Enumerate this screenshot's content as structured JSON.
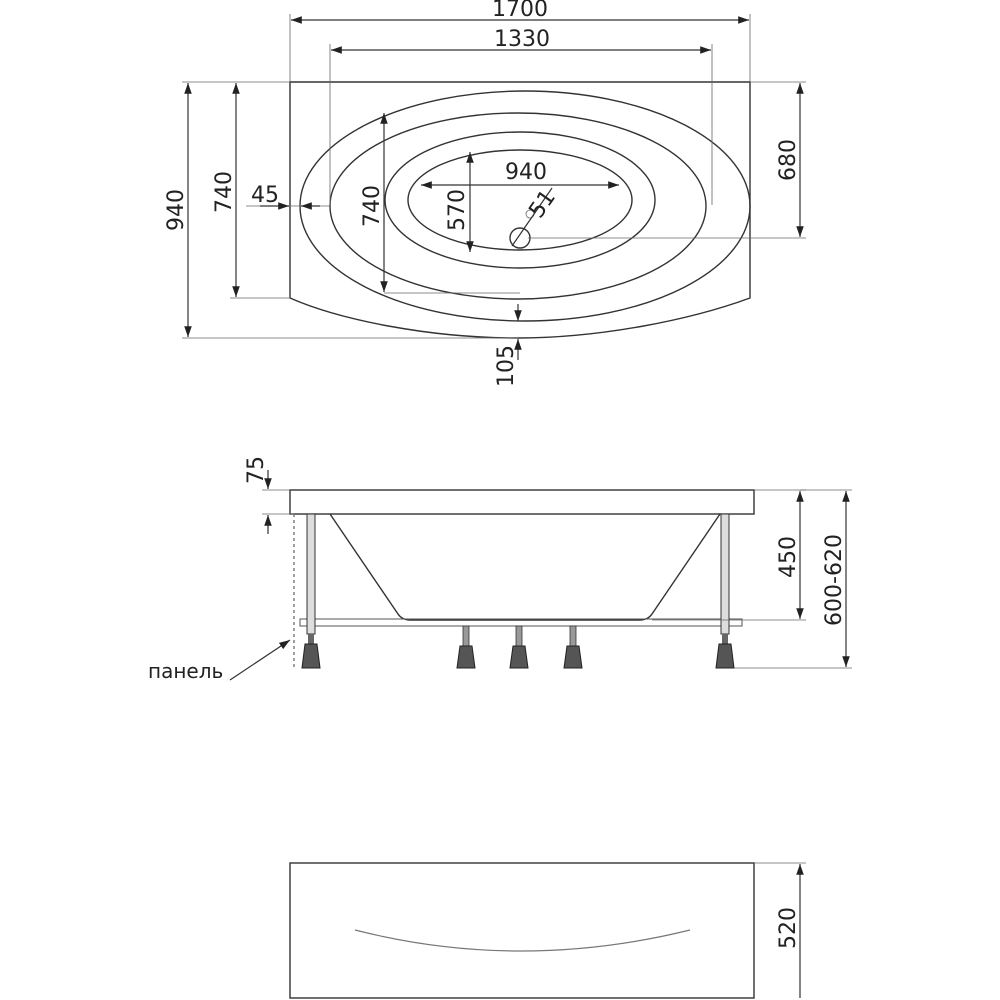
{
  "top_view": {
    "overall_length": "1700",
    "inner_length": "1330",
    "overall_width": "940",
    "side_width": "740",
    "rim_offset": "45",
    "bowl_width": "740",
    "bottom_length": "940",
    "bottom_width": "570",
    "drain_diameter": "51",
    "depth_right": "680",
    "front_bulge": "105"
  },
  "side_view": {
    "rim_height": "75",
    "bowl_depth": "450",
    "total_height": "600-620",
    "panel_label": "панель"
  },
  "panel_view": {
    "panel_height": "520"
  }
}
